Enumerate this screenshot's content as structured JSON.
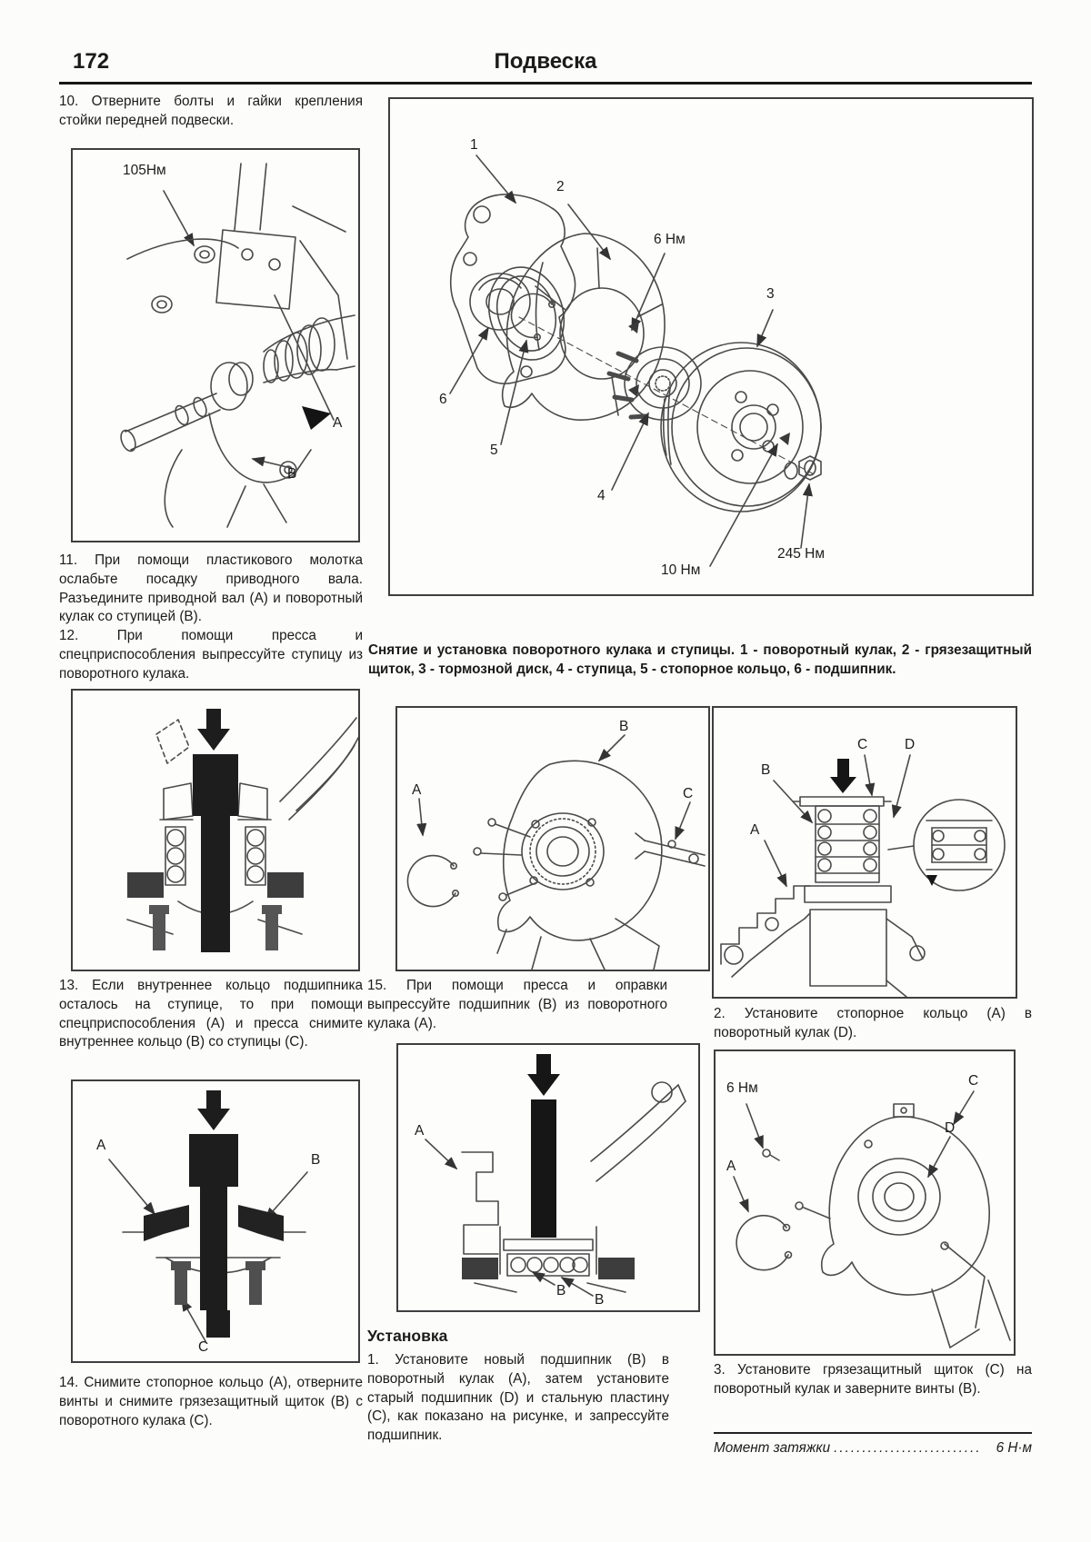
{
  "page": {
    "number": "172",
    "title": "Подвеска"
  },
  "left": {
    "step10": "10. Отверните болты и гайки крепления стойки передней подвески.",
    "step11": "11. При помощи пластикового молотка ослабьте посадку приводного вала. Разъедините приводной вал (А) и поворотный кулак со ступицей (В).",
    "step12": "12. При помощи пресса и спецприспособления выпрессуйте ступицу из поворотного кулака.",
    "step13": "13. Если внутреннее кольцо подшипника осталось на ступице, то при помощи спецприспособления (А) и пресса снимите внутреннее кольцо (В) со ступицы (С).",
    "step14": "14. Снимите стопорное кольцо (А), отверните винты и снимите грязезащитный щиток (В) с поворотного кулака (С)."
  },
  "fig_strut": {
    "torque": "105Нм",
    "a": "А",
    "b": "В"
  },
  "fig_inner_ring": {
    "a": "А",
    "b": "В",
    "c": "С"
  },
  "fig_exploded": {
    "caption": "Снятие и установка поворотного кулака и ступицы. 1 - поворотный кулак, 2 - грязезащитный щиток, 3 - тормозной диск, 4 - ступица, 5 - стопорное кольцо, 6 - подшипник.",
    "n1": "1",
    "n2": "2",
    "n3": "3",
    "n4": "4",
    "n5": "5",
    "n6": "6",
    "torque_shield": "6 Нм",
    "torque_hub_nut": "245 Нм",
    "torque_disc_screw": "10 Нм"
  },
  "fig_shield_removal": {
    "a": "А",
    "b": "В",
    "c": "С"
  },
  "mid": {
    "step15": "15. При помощи пресса и оправки выпрессуйте подшипник (В) из поворотного кулака (А).",
    "install_heading": "Установка",
    "install_step1": "1. Установите новый подшипник (В) в поворотный кулак (А), затем установите старый подшипник (D) и стальную пластину (С), как показано на рисунке, и запрессуйте подшипник."
  },
  "fig_bearing_press": {
    "a": "А",
    "b": "В",
    "c": "С",
    "d": "D"
  },
  "right": {
    "step2": "2. Установите стопорное кольцо (А) в поворотный кулак (D).",
    "step3": "3. Установите грязезащитный щиток (С) на поворотный кулак и заверните винты (В).",
    "torque_label": "Момент затяжки",
    "torque_dots": "..........................",
    "torque_value": "6 Н·м"
  },
  "fig_install_press": {
    "a": "А",
    "b1": "В",
    "b2": "В"
  },
  "fig_shield_install": {
    "torque": "6 Нм",
    "a": "А",
    "c": "С",
    "d": "D"
  }
}
